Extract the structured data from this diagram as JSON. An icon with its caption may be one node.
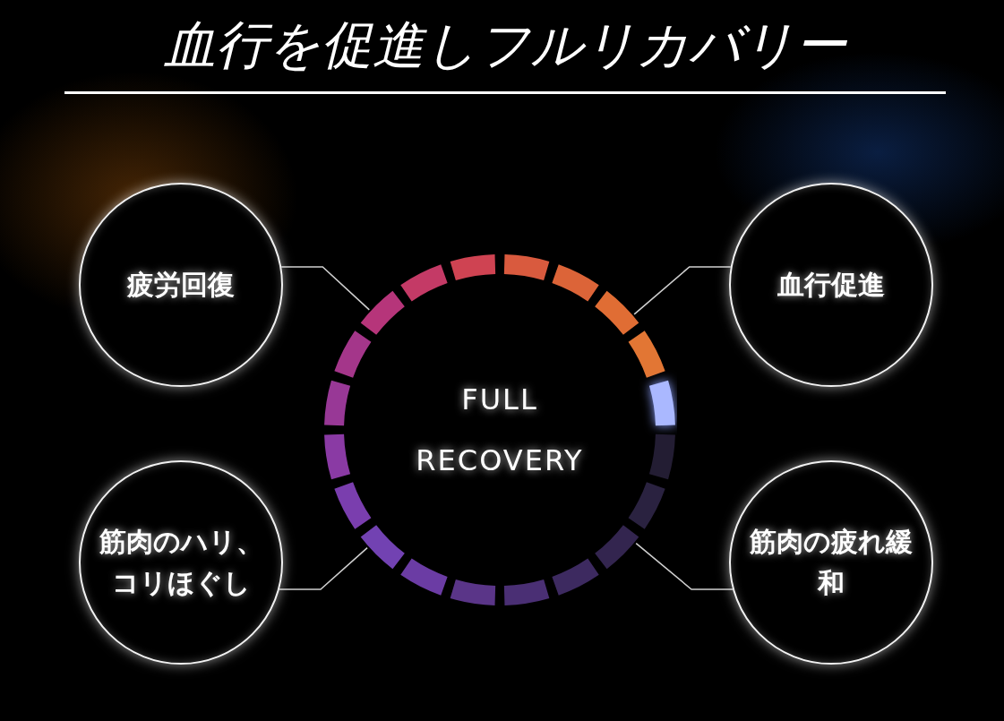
{
  "diagram": {
    "title": "血行を促進しフルリカバリー",
    "nodes": [
      {
        "text": [
          "疲労回復"
        ]
      },
      {
        "text": [
          "血行促進"
        ]
      },
      {
        "text": [
          "FULL RECOVERY"
        ]
      },
      {
        "text": [
          "筋肉のハリ、コリほぐし"
        ]
      },
      {
        "text": [
          "筋肉の疲れ緩和"
        ]
      }
    ],
    "edges": [
      {
        "from": 0,
        "to": 2,
        "arrow": "none"
      },
      {
        "from": 1,
        "to": 2,
        "arrow": "none"
      },
      {
        "from": 3,
        "to": 2,
        "arrow": "none"
      },
      {
        "from": 4,
        "to": 2,
        "arrow": "none"
      }
    ]
  }
}
